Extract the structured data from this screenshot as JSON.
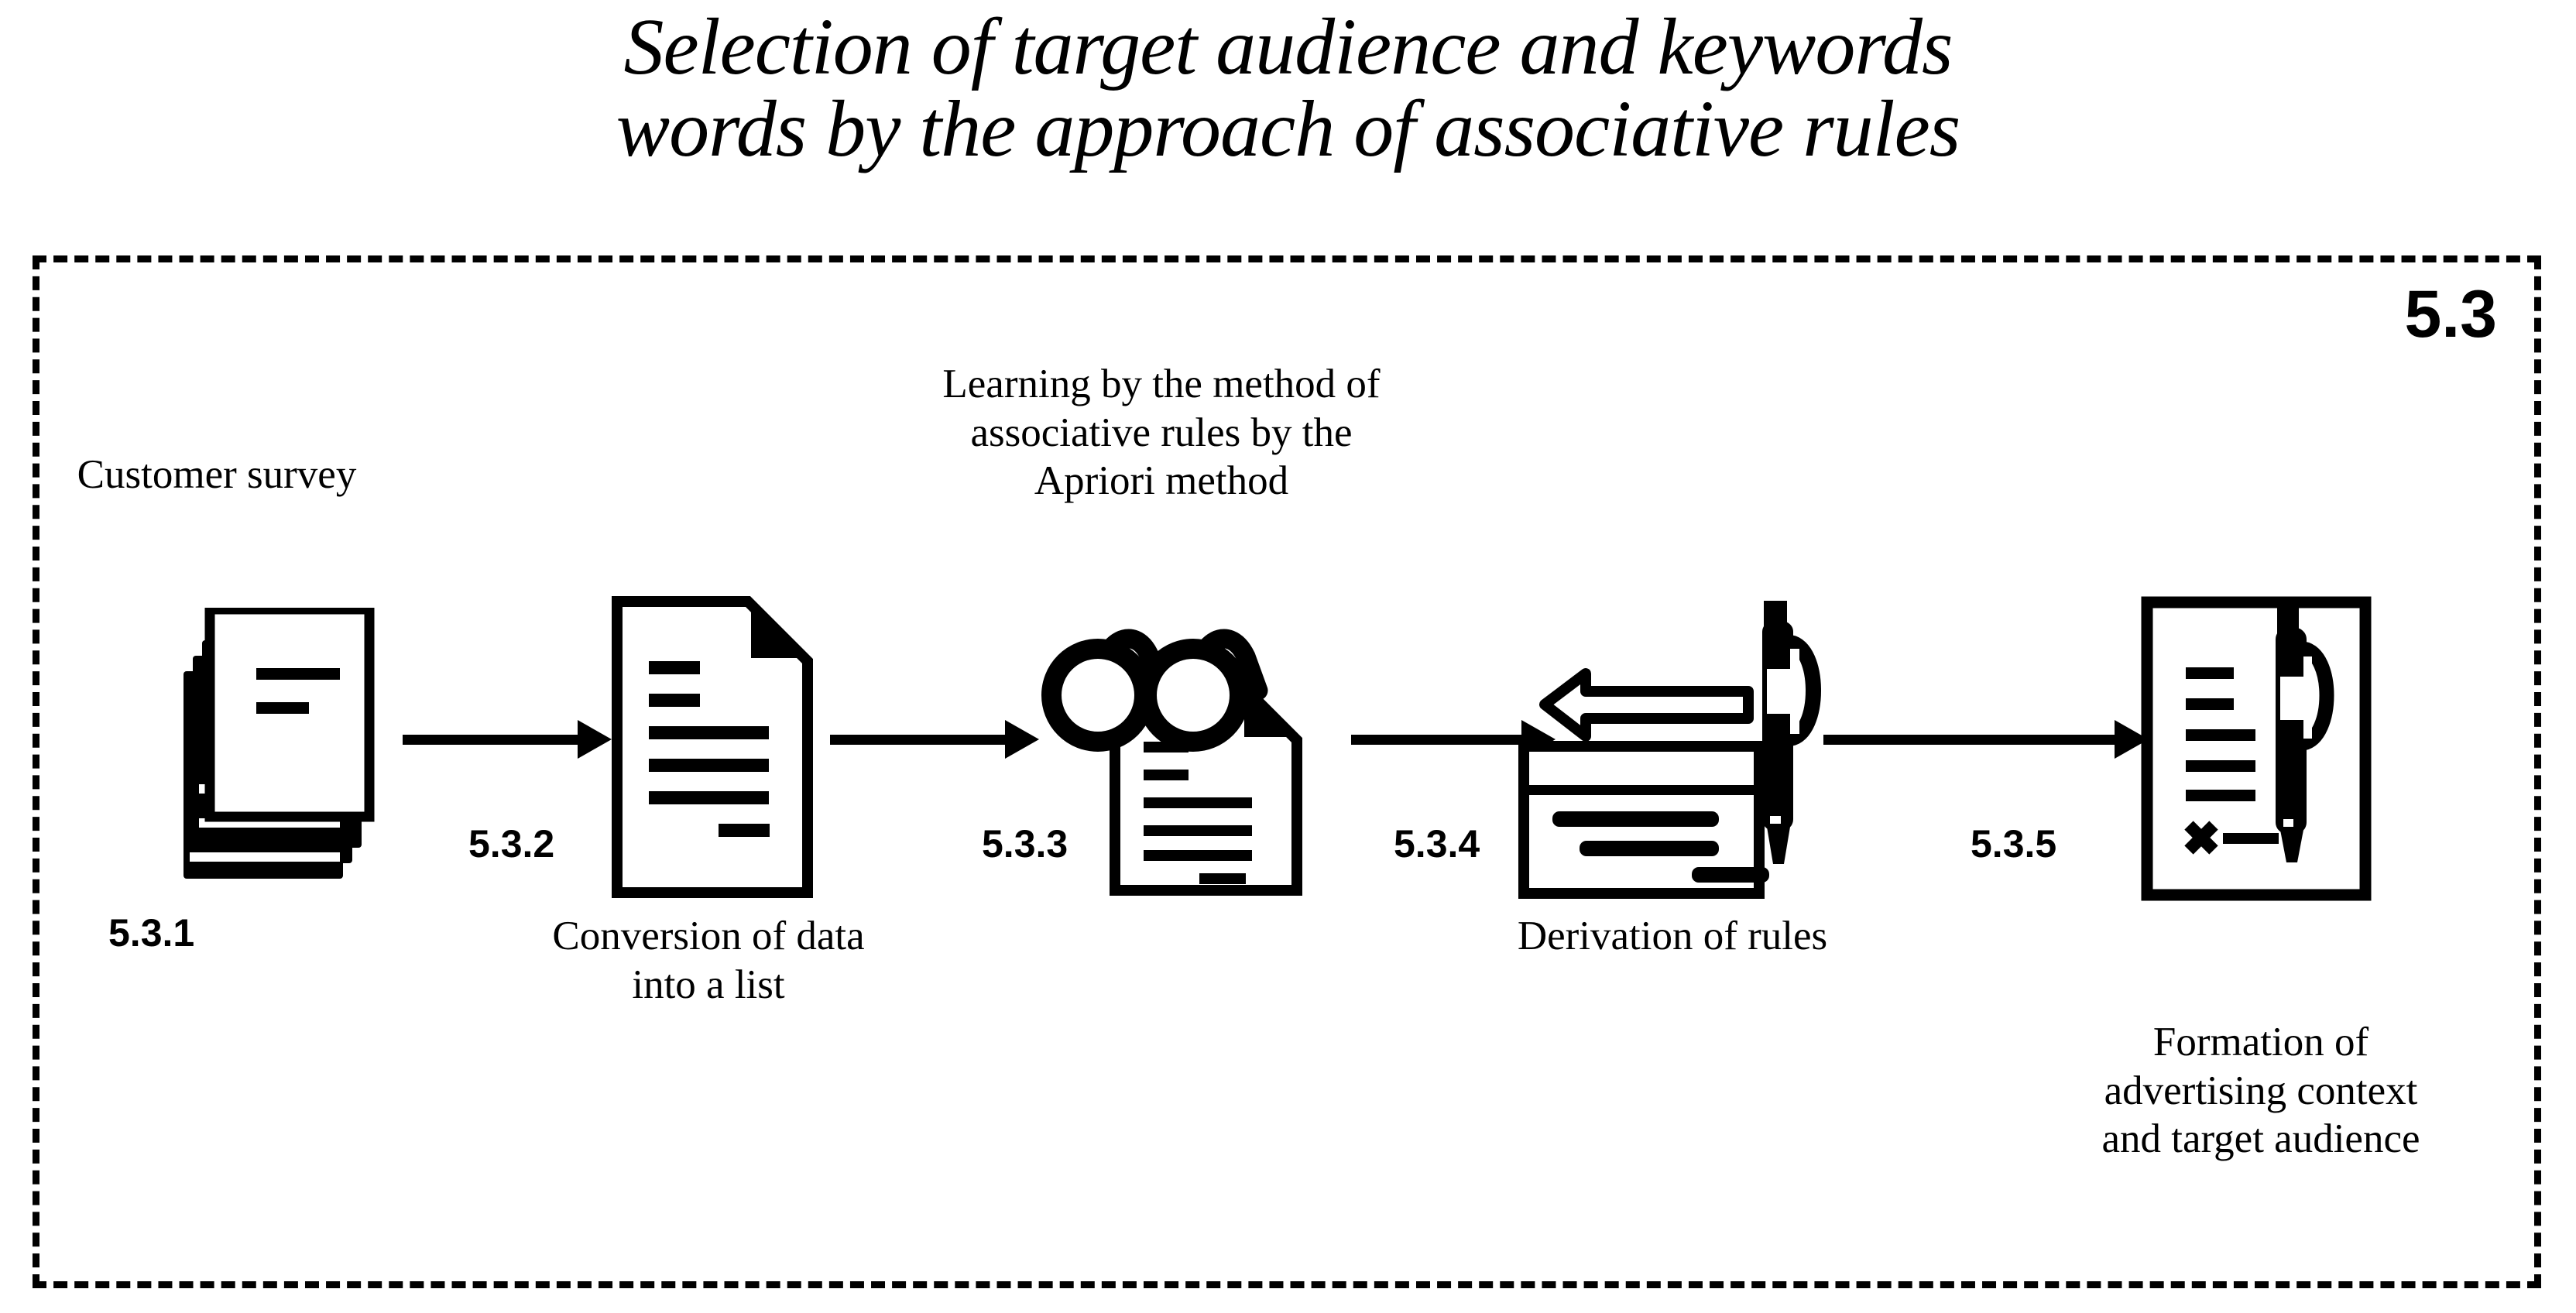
{
  "title": "Selection of target audience and keywords\nwords by the approach of associative rules",
  "diagram": {
    "code": "5.3",
    "border_style": "dashed",
    "accent_color": "#000000",
    "steps": [
      {
        "id": "5.3.1",
        "number": "5.3.1",
        "caption": "Customer survey",
        "caption_position": "above",
        "icon": "document-stack-icon"
      },
      {
        "id": "5.3.2",
        "number": "5.3.2",
        "caption": "Conversion of data\ninto a list",
        "caption_position": "below",
        "icon": "document-lines-icon"
      },
      {
        "id": "5.3.3",
        "number": "5.3.3",
        "caption": "Learning by the method of\nassociative rules by the\nApriori method",
        "caption_position": "above",
        "icon": "glasses-document-icon"
      },
      {
        "id": "5.3.4",
        "number": "5.3.4",
        "caption": "Derivation of rules",
        "caption_position": "below",
        "icon": "form-arrow-pen-icon"
      },
      {
        "id": "5.3.5",
        "number": "5.3.5",
        "caption": "Formation of\nadvertising context\nand target audience",
        "caption_position": "below",
        "icon": "signed-document-pen-icon"
      }
    ],
    "connectors": [
      {
        "from": "5.3.1",
        "to": "5.3.2",
        "type": "arrow-right"
      },
      {
        "from": "5.3.2",
        "to": "5.3.3",
        "type": "arrow-right"
      },
      {
        "from": "5.3.3",
        "to": "5.3.4",
        "type": "arrow-right"
      },
      {
        "from": "5.3.4",
        "to": "5.3.5",
        "type": "arrow-right"
      }
    ]
  }
}
